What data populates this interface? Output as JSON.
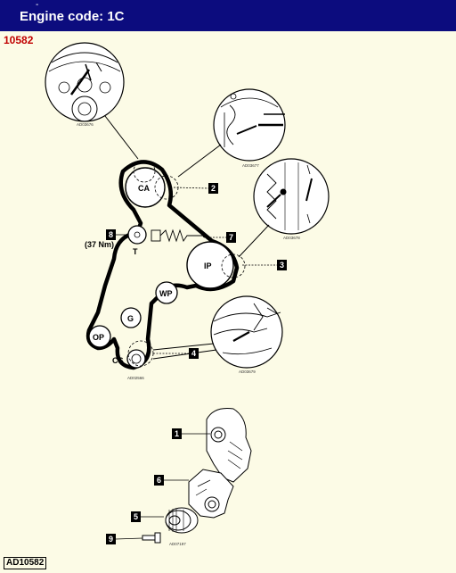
{
  "header": {
    "title": "Engine code: 1C",
    "doc_number": "10582"
  },
  "diagram": {
    "pulleys": {
      "camshaft": "CA",
      "tensioner": "T",
      "injection_pump": "IP",
      "water_pump": "WP",
      "guide": "G",
      "oil_pump": "OP",
      "crankshaft": "CS"
    },
    "torque_note": "(37 Nm)",
    "callouts": [
      "1",
      "2",
      "3",
      "4",
      "5",
      "6",
      "7",
      "8",
      "9"
    ],
    "detail_refs": [
      "AD03676",
      "AD03677",
      "AD03678",
      "AD02566",
      "AD03679",
      "AD07197"
    ]
  },
  "footer": {
    "code": "AD10582"
  },
  "colors": {
    "header_bg": "#0c0c7e",
    "header_text": "#ffffff",
    "doc_number": "#c00000",
    "page_bg": "#fcfbe6"
  }
}
